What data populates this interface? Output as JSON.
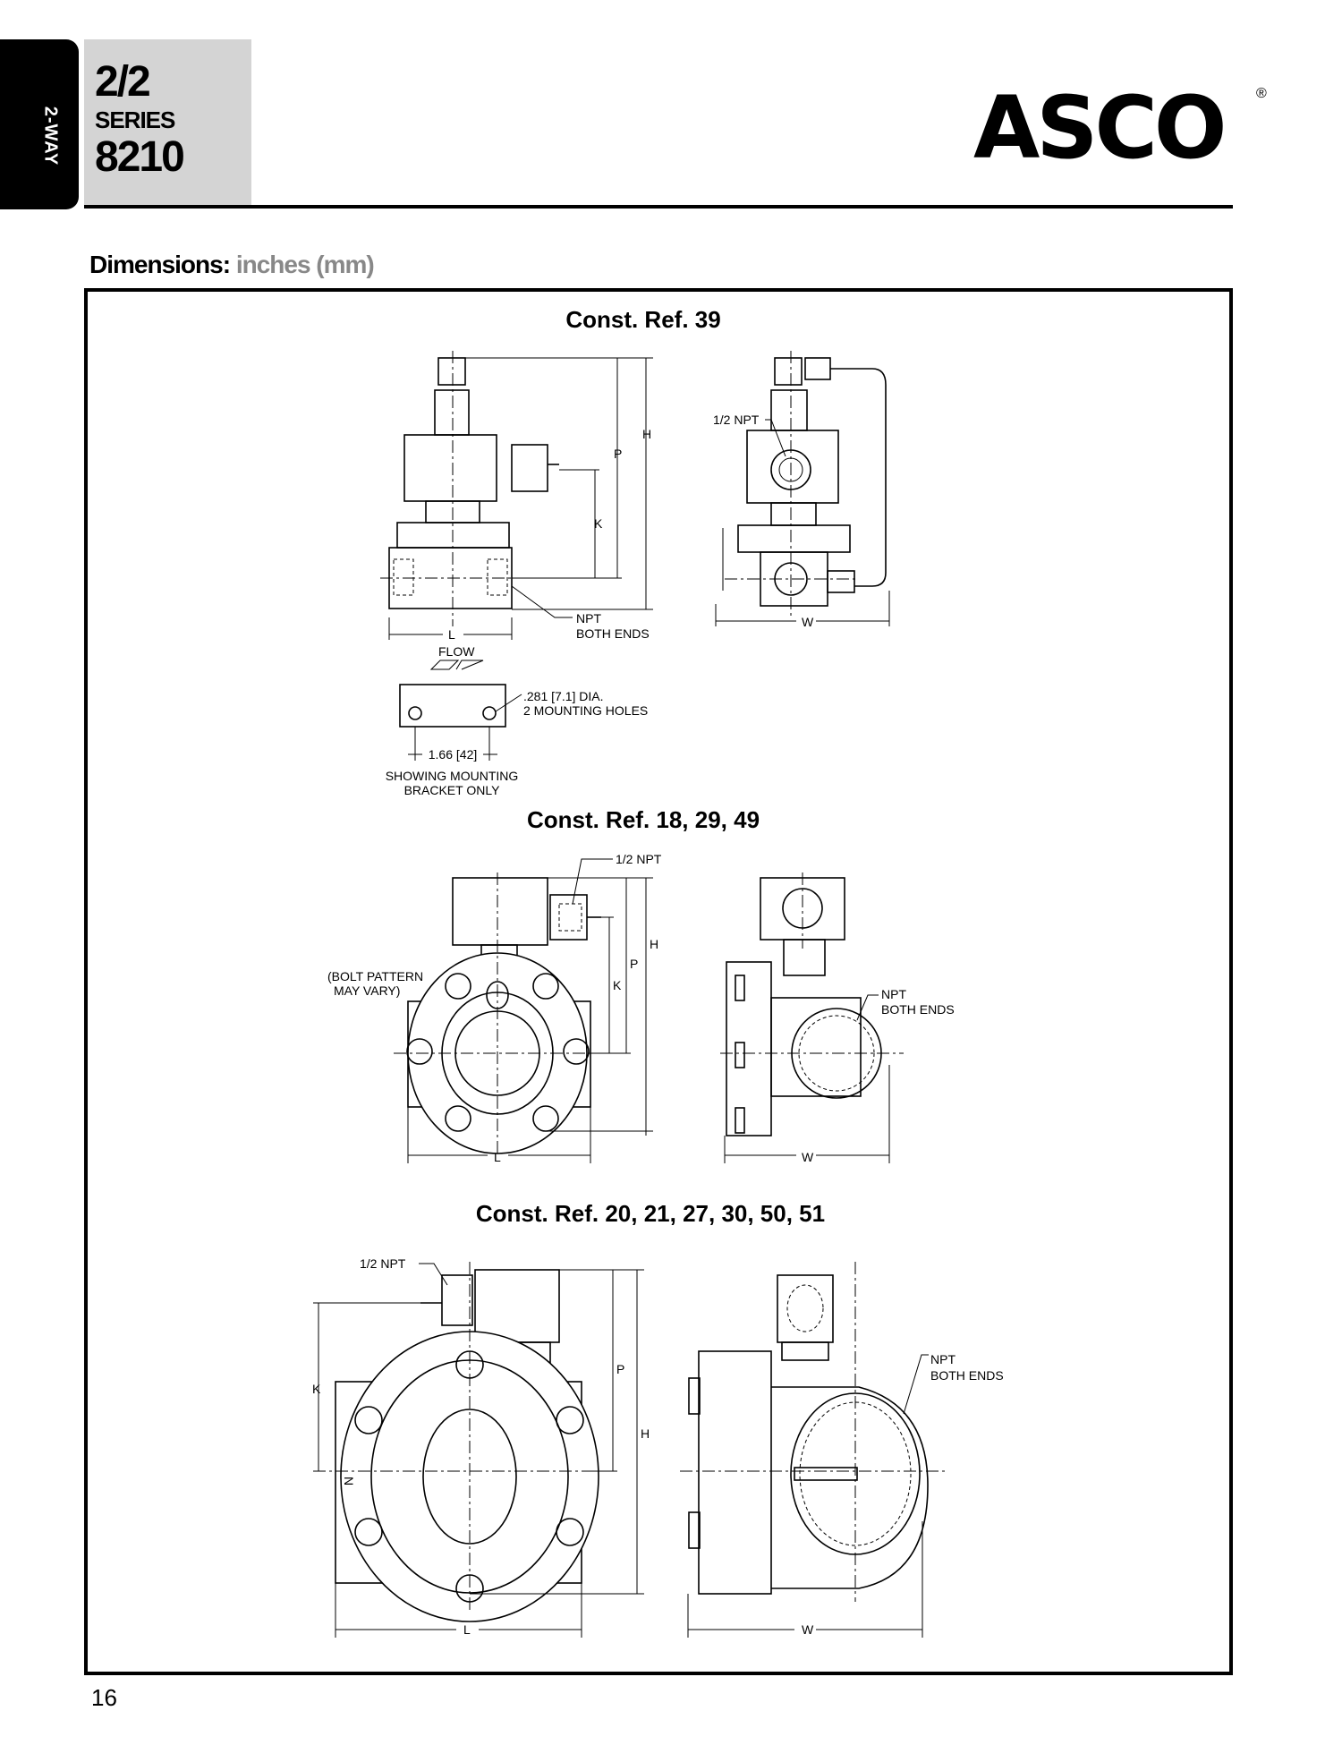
{
  "tab": {
    "label": "2-WAY"
  },
  "header": {
    "fraction": "2/2",
    "series_label": "SERIES",
    "series_number": "8210",
    "logo": "ASCO",
    "registered": "®"
  },
  "section": {
    "title": "Dimensions:",
    "units": "inches (mm)"
  },
  "drawings": [
    {
      "title": "Const. Ref. 39",
      "labels": {
        "h": "H",
        "p": "P",
        "k": "K",
        "l": "L",
        "w": "W",
        "npt_side": "1/2 NPT",
        "npt": "NPT",
        "both_ends": "BOTH ENDS",
        "flow": "FLOW",
        "hole_dia": ".281 [7.1] DIA.",
        "holes": "2 MOUNTING HOLES",
        "spacing": "1.66 [42]",
        "bracket1": "SHOWING MOUNTING",
        "bracket2": "BRACKET ONLY"
      }
    },
    {
      "title": "Const. Ref. 18, 29, 49",
      "labels": {
        "h": "H",
        "p": "P",
        "k": "K",
        "l": "L",
        "w": "W",
        "npt_side": "1/2 NPT",
        "npt": "NPT",
        "both_ends": "BOTH ENDS",
        "bolt1": "(BOLT PATTERN",
        "bolt2": "MAY VARY)"
      }
    },
    {
      "title": "Const. Ref. 20, 21, 27, 30, 50, 51",
      "labels": {
        "h": "H",
        "p": "P",
        "k": "K",
        "l": "L",
        "w": "W",
        "n": "N",
        "npt_side": "1/2 NPT",
        "npt": "NPT",
        "both_ends": "BOTH ENDS"
      }
    }
  ],
  "page_number": "16"
}
